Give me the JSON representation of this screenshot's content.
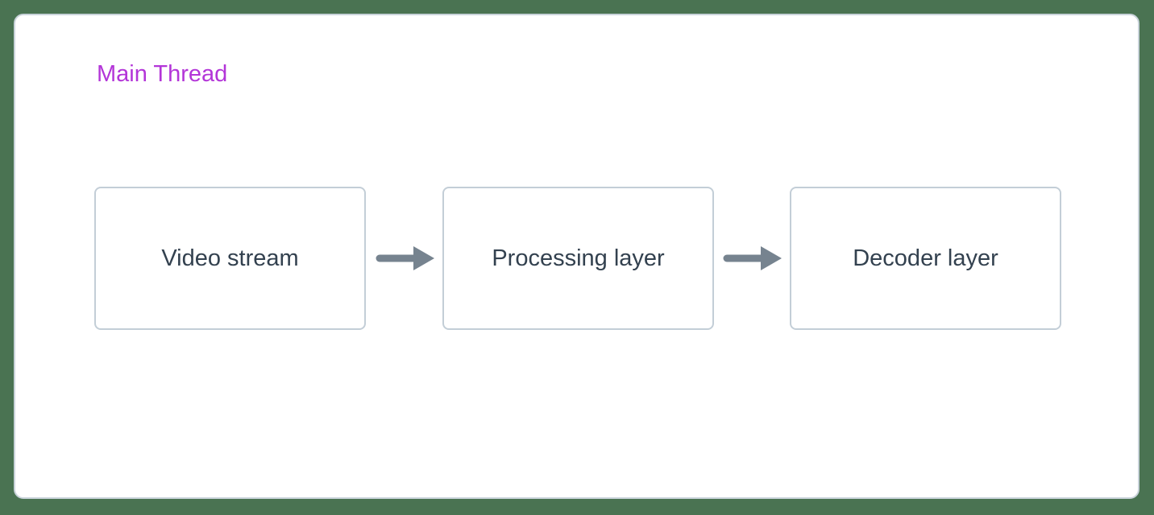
{
  "diagram": {
    "title": "Main Thread",
    "nodes": [
      {
        "label": "Video stream"
      },
      {
        "label": "Processing layer"
      },
      {
        "label": "Decoder layer"
      }
    ],
    "connections": [
      {
        "from": "Video stream",
        "to": "Processing layer",
        "icon": "arrow-right-icon"
      },
      {
        "from": "Processing layer",
        "to": "Decoder layer",
        "icon": "arrow-right-icon"
      }
    ],
    "colors": {
      "background": "#4a7352",
      "card_bg": "#ffffff",
      "card_border": "#c9d3da",
      "node_border": "#c3ced7",
      "node_text": "#33414f",
      "title": "#b335d8",
      "arrow": "#76838f"
    }
  }
}
